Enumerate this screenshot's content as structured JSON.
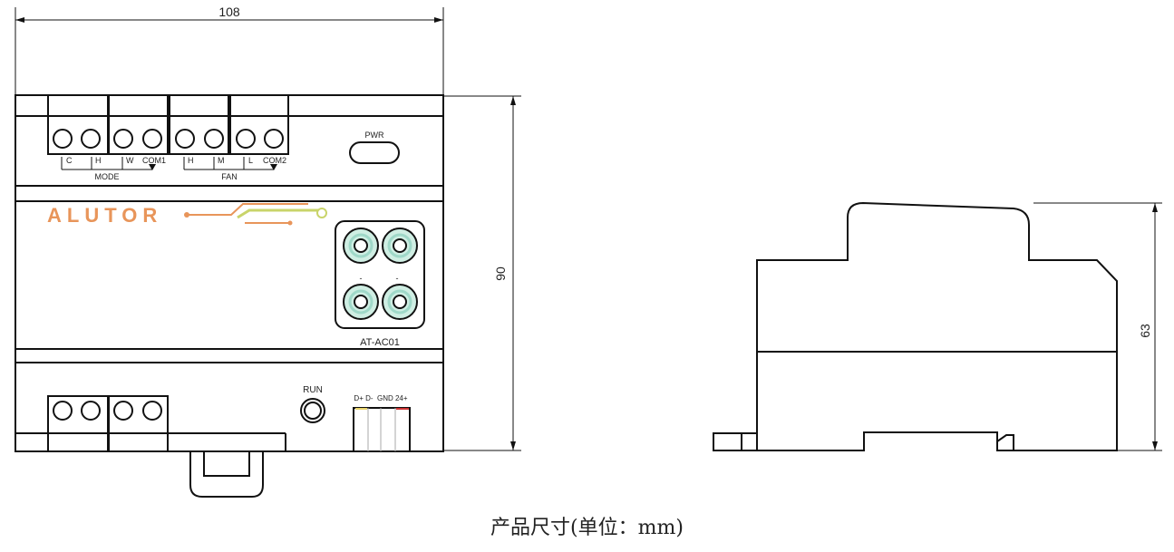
{
  "dimensions": {
    "width": "108",
    "height_front": "90",
    "height_side": "63"
  },
  "front": {
    "top_terminal_labels": [
      "C",
      "H",
      "W",
      "COM1",
      "H",
      "M",
      "L",
      "COM2"
    ],
    "group_labels": {
      "mode": "MODE",
      "fan": "FAN"
    },
    "pwr_label": "PWR",
    "brand": "ALUTOR",
    "model": "AT-AC01",
    "indicator_marks": [
      "-",
      "-"
    ],
    "run_label": "RUN",
    "bus_labels": "D+ D-  GND 24+"
  },
  "caption": "产品尺寸(单位：mm)",
  "colors": {
    "brand": "#e8955a",
    "circuit_green": "#c9d46a",
    "ring": "#9fd8c8"
  }
}
